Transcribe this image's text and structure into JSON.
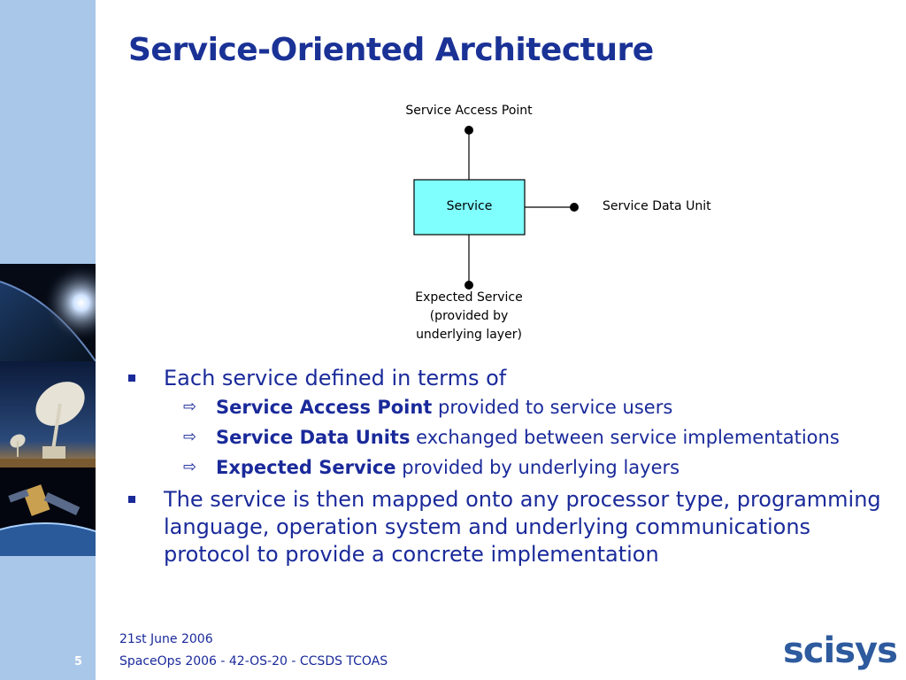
{
  "slide": {
    "title": "Service-Oriented Architecture",
    "number": "5"
  },
  "diagram": {
    "box_label": "Service",
    "top_label": "Service Access Point",
    "right_label": "Service Data Unit",
    "bottom_label_lines": [
      "Expected Service",
      "(provided by",
      "underlying layer)"
    ],
    "box_fill": "#80ffff"
  },
  "bullets": [
    {
      "text": "Each service defined in terms of",
      "subitems": [
        {
          "term": "Service Access Point",
          "rest": " provided to service users"
        },
        {
          "term": "Service Data Units",
          "rest": " exchanged between service implementations"
        },
        {
          "term": "Expected Service",
          "rest": " provided by underlying layers"
        }
      ]
    },
    {
      "text": "The service is then mapped onto any processor type, programming language, operation system and underlying communications protocol to provide a concrete implementation"
    }
  ],
  "footer": {
    "date": "21st June 2006",
    "event": "SpaceOps 2006 - 42-OS-20 - CCSDS TCOAS"
  },
  "logo_text": "scisys",
  "colors": {
    "sidebar": "#a9c7e8",
    "title": "#1a3296",
    "text": "#1a2a9a",
    "logo": "#2e5a9e"
  },
  "icons": {
    "bullet_marker": "square-bullet-icon",
    "sub_bullet_marker": "right-arrow-outline-icon"
  }
}
